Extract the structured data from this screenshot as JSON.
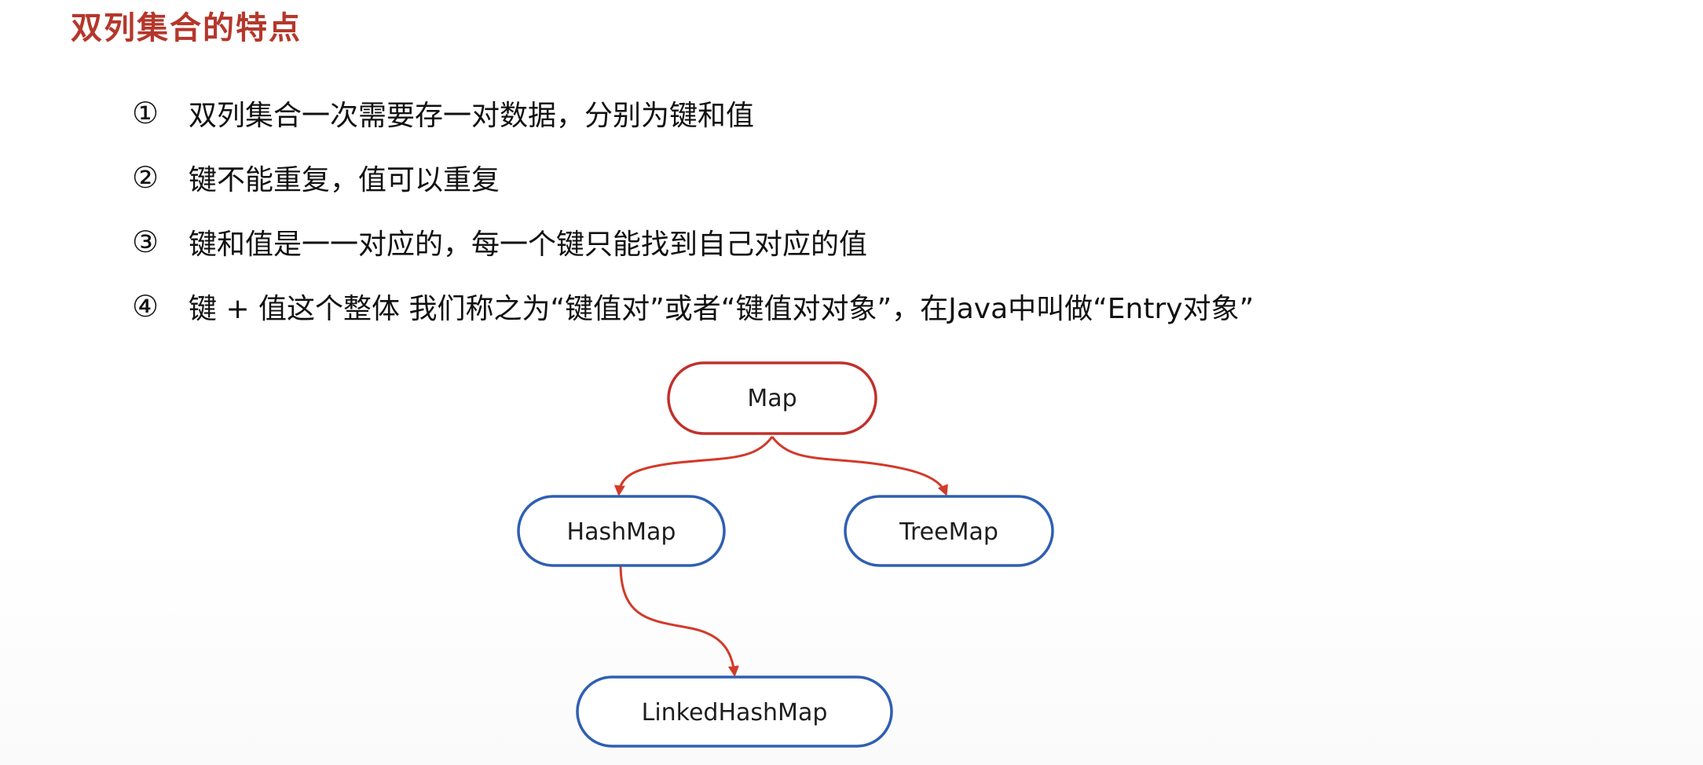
{
  "title": "双列集合的特点",
  "points": [
    {
      "num": "①",
      "text": "双列集合一次需要存一对数据，分别为键和值"
    },
    {
      "num": "②",
      "text": "键不能重复，值可以重复"
    },
    {
      "num": "③",
      "text": "键和值是一一对应的，每一个键只能找到自己对应的值"
    },
    {
      "num": "④",
      "text": "键 + 值这个整体 我们称之为“键值对”或者“键值对对象”，在Java中叫做“Entry对象”"
    }
  ],
  "diagram": {
    "nodes": {
      "map": "Map",
      "hashmap": "HashMap",
      "treemap": "TreeMap",
      "linkedhashmap": "LinkedHashMap"
    },
    "colors": {
      "root_border": "#c0312c",
      "child_border": "#2f5fb3",
      "arrow": "#d23a2a"
    }
  }
}
